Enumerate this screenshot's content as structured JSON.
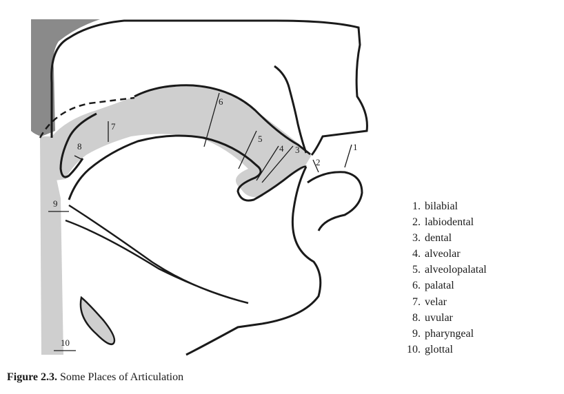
{
  "legend": [
    {
      "num": "1.",
      "label": "bilabial"
    },
    {
      "num": "2.",
      "label": "labiodental"
    },
    {
      "num": "3.",
      "label": "dental"
    },
    {
      "num": "4.",
      "label": "alveolar"
    },
    {
      "num": "5.",
      "label": "alveolopalatal"
    },
    {
      "num": "6.",
      "label": "palatal"
    },
    {
      "num": "7.",
      "label": "velar"
    },
    {
      "num": "8.",
      "label": "uvular"
    },
    {
      "num": "9.",
      "label": "pharyngeal"
    },
    {
      "num": "10.",
      "label": "glottal"
    }
  ],
  "diagram_numbers": [
    "1",
    "2",
    "3",
    "4",
    "5",
    "6",
    "7",
    "8",
    "9",
    "10"
  ],
  "caption": {
    "label": "Figure 2.3.",
    "text": "Some Places of Articulation"
  },
  "colors": {
    "shade": "#cfcfcf",
    "dark": "#8a8a8a",
    "line": "#1a1a1a"
  }
}
